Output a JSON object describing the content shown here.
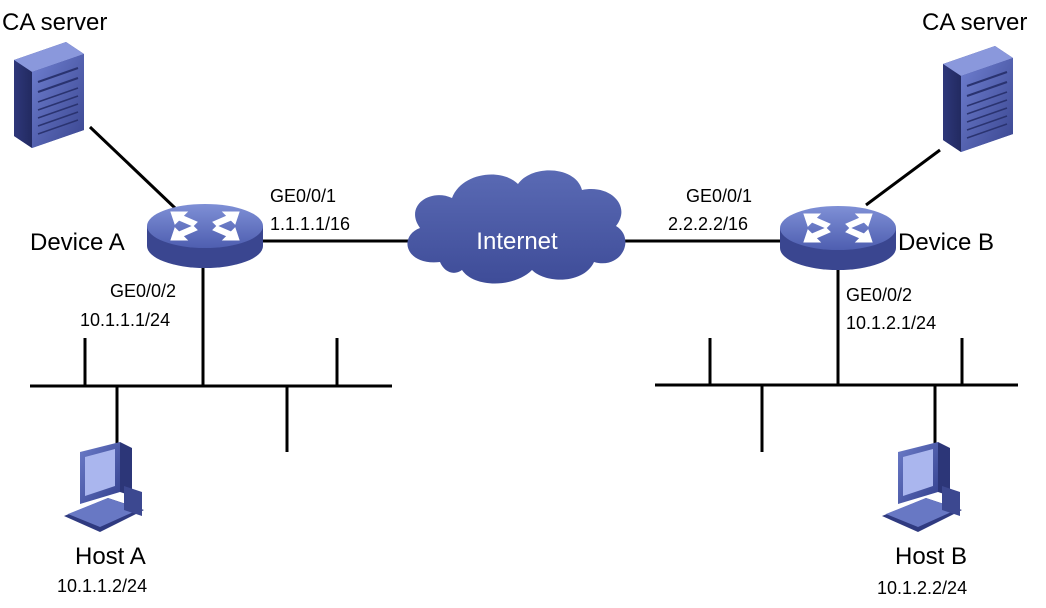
{
  "colors": {
    "device_blue": "#4a5aa8",
    "cloud_blue": "#4a5aa0",
    "wire": "#000000",
    "text": "#000000"
  },
  "ca_server_left": {
    "label": "CA server",
    "icon": "server-tower-icon"
  },
  "ca_server_right": {
    "label": "CA server",
    "icon": "server-tower-icon"
  },
  "device_a": {
    "name": "Device A",
    "icon": "switch-router-icon",
    "ge1": {
      "port": "GE0/0/1",
      "ip": "1.1.1.1/16"
    },
    "ge2": {
      "port": "GE0/0/2",
      "ip": "10.1.1.1/24"
    }
  },
  "device_b": {
    "name": "Device B",
    "icon": "switch-router-icon",
    "ge1": {
      "port": "GE0/0/1",
      "ip": "2.2.2.2/16"
    },
    "ge2": {
      "port": "GE0/0/2",
      "ip": "10.1.2.1/24"
    }
  },
  "internet": {
    "label": "Internet",
    "icon": "cloud-icon"
  },
  "host_a": {
    "name": "Host A",
    "ip": "10.1.1.2/24",
    "icon": "desktop-computer-icon"
  },
  "host_b": {
    "name": "Host B",
    "ip": "10.1.2.2/24",
    "icon": "desktop-computer-icon"
  }
}
